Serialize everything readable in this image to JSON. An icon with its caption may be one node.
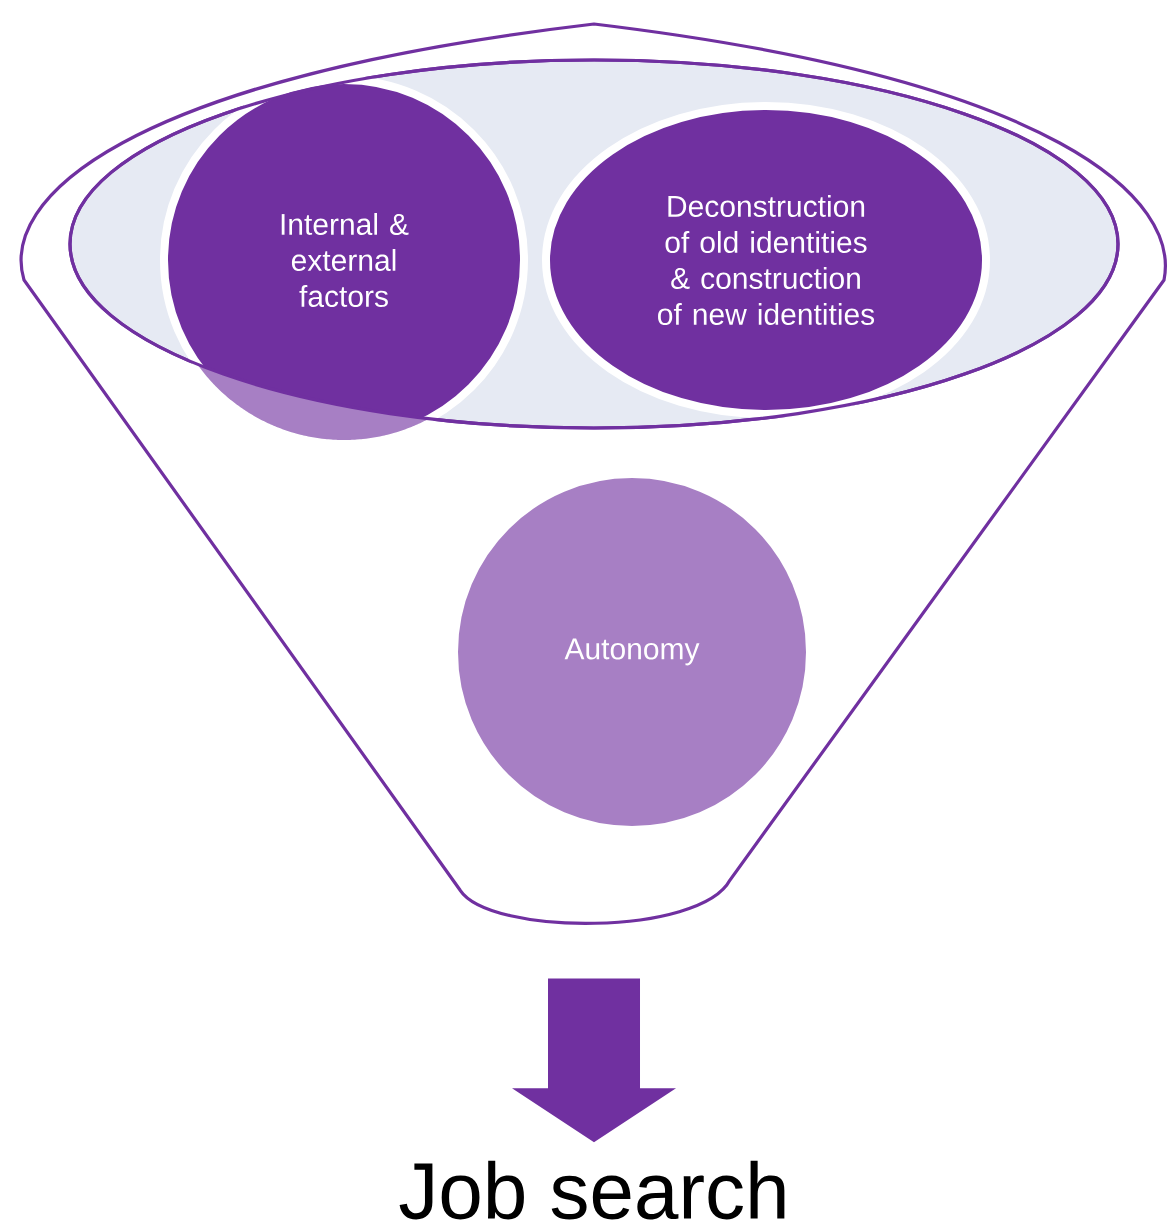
{
  "diagram": {
    "nodes": [
      {
        "text": [],
        "shape": "funnel"
      },
      {
        "text": [
          "Internal & external factors"
        ],
        "in": 0
      },
      {
        "text": [
          "Deconstruction of old identities & construction of new identities"
        ],
        "in": 0
      },
      {
        "text": [
          "Autonomy"
        ],
        "in": 0
      },
      {
        "text": [
          "Job search"
        ]
      }
    ],
    "edges": [
      {
        "from": 0,
        "to": 4,
        "arrow": "to"
      }
    ]
  }
}
